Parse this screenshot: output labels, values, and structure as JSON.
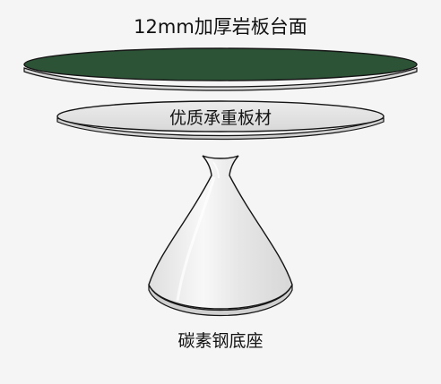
{
  "labels": {
    "tabletop": "12mm加厚岩板台面",
    "support_board": "优质承重板材",
    "base": "碳素钢底座"
  },
  "colors": {
    "background": "#f5f5f5",
    "tabletop_fill": "#2d5337",
    "board_fill": "#e2e2e2",
    "base_fill": "#e6e6e6",
    "outline": "#151515"
  }
}
